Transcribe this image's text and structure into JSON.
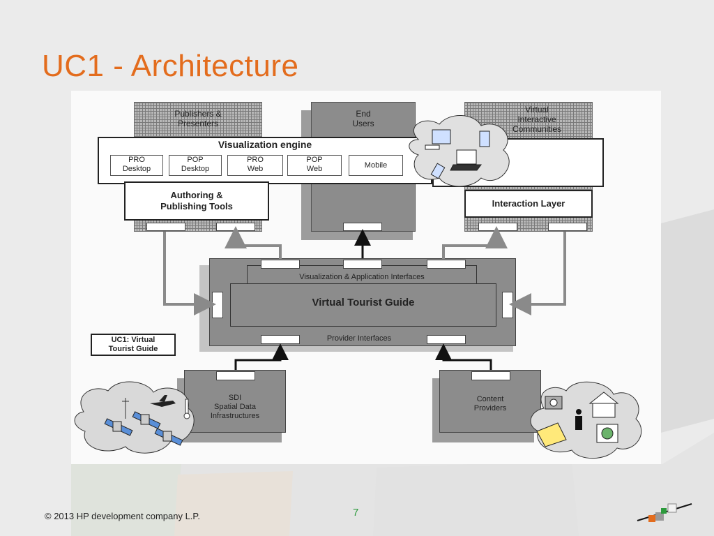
{
  "title": "UC1 - Architecture",
  "footer": {
    "copyright": "© 2013 HP development company L.P.",
    "page_number": "7"
  },
  "diagram": {
    "publishers": [
      "Publishers &",
      "Presenters"
    ],
    "end_users": [
      "End",
      "Users"
    ],
    "communities": [
      "Virtual",
      "Interactive",
      "Communities"
    ],
    "vis_engine": "Visualization engine",
    "vis_items": [
      {
        "l1": "PRO",
        "l2": "Desktop"
      },
      {
        "l1": "POP",
        "l2": "Desktop"
      },
      {
        "l1": "PRO",
        "l2": "Web"
      },
      {
        "l1": "POP",
        "l2": "Web"
      },
      {
        "l1": "Mobile",
        "l2": ""
      }
    ],
    "authoring": [
      "Authoring &",
      "Publishing Tools"
    ],
    "interaction": "Interaction Layer",
    "vis_app_interfaces": "Visualization & Application Interfaces",
    "vtg": "Virtual Tourist Guide",
    "provider_interfaces": "Provider Interfaces",
    "uc1_label": [
      "UC1: Virtual",
      "Tourist Guide"
    ],
    "sdi": [
      "SDI",
      "Spatial Data",
      "Infrastructures"
    ],
    "content": [
      "Content",
      "Providers"
    ]
  }
}
